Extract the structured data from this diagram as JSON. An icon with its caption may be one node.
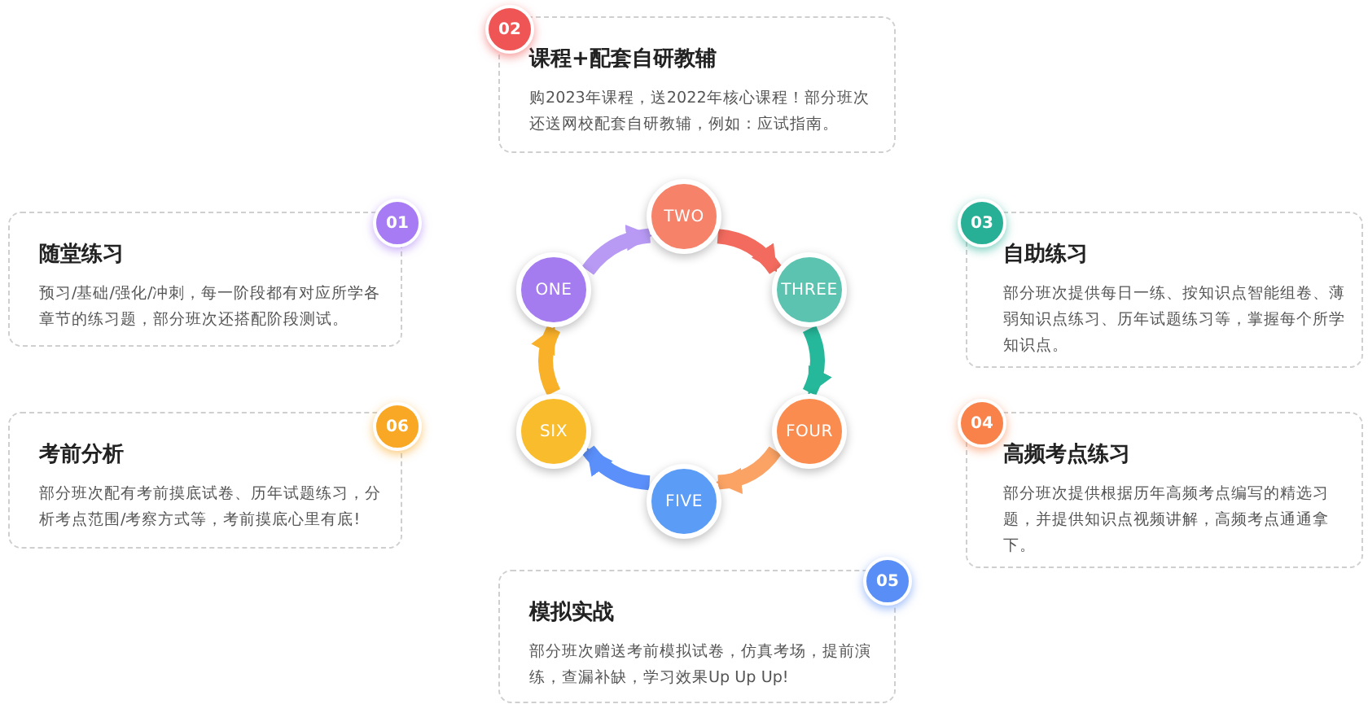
{
  "diagram": {
    "nodes": [
      {
        "text": [
          "随堂练习",
          "预习/基础/强化/冲刺，每一阶段都有对应所学各章节的练习题，部分班次还搭配阶段测试。"
        ]
      },
      {
        "text": [
          "课程+配套自研教辅",
          "购2023年课程，送2022年核心课程！部分班次还送网校配套自研教辅，例如：应试指南。"
        ]
      },
      {
        "text": [
          "自助练习",
          "部分班次提供每日一练、按知识点智能组卷、薄弱知识点练习、历年试题练习等，掌握每个所学知识点。"
        ]
      },
      {
        "text": [
          "高频考点练习",
          "部分班次提供根据历年高频考点编写的精选习题，并提供知识点视频讲解，高频考点通通拿下。"
        ]
      },
      {
        "text": [
          "模拟实战",
          "部分班次赠送考前模拟试卷，仿真考场，提前演练，查漏补缺，学习效果Up Up Up!"
        ]
      },
      {
        "text": [
          "考前分析",
          "部分班次配有考前摸底试卷、历年试题练习，分析考点范围/考察方式等，考前摸底心里有底!"
        ]
      },
      {
        "text": [
          "01"
        ]
      },
      {
        "text": [
          "02"
        ]
      },
      {
        "text": [
          "03"
        ]
      },
      {
        "text": [
          "04"
        ]
      },
      {
        "text": [
          "05"
        ]
      },
      {
        "text": [
          "06"
        ]
      },
      {
        "text": [
          "ONE"
        ]
      },
      {
        "text": [
          "TWO"
        ]
      },
      {
        "text": [
          "THREE"
        ]
      },
      {
        "text": [
          "FOUR"
        ]
      },
      {
        "text": [
          "FIVE"
        ]
      },
      {
        "text": [
          "SIX"
        ]
      }
    ],
    "edges": [
      {
        "from": 12,
        "to": 13,
        "arrow": "to",
        "color": "#b89af5"
      },
      {
        "from": 13,
        "to": 14,
        "arrow": "to",
        "color": "#f26b5e"
      },
      {
        "from": 14,
        "to": 15,
        "arrow": "to",
        "color": "#26b89a"
      },
      {
        "from": 15,
        "to": 16,
        "arrow": "to",
        "color": "#fba364"
      },
      {
        "from": 16,
        "to": 17,
        "arrow": "to",
        "color": "#5b8ff9"
      },
      {
        "from": 17,
        "to": 12,
        "arrow": "to",
        "color": "#f9b12a"
      }
    ]
  }
}
